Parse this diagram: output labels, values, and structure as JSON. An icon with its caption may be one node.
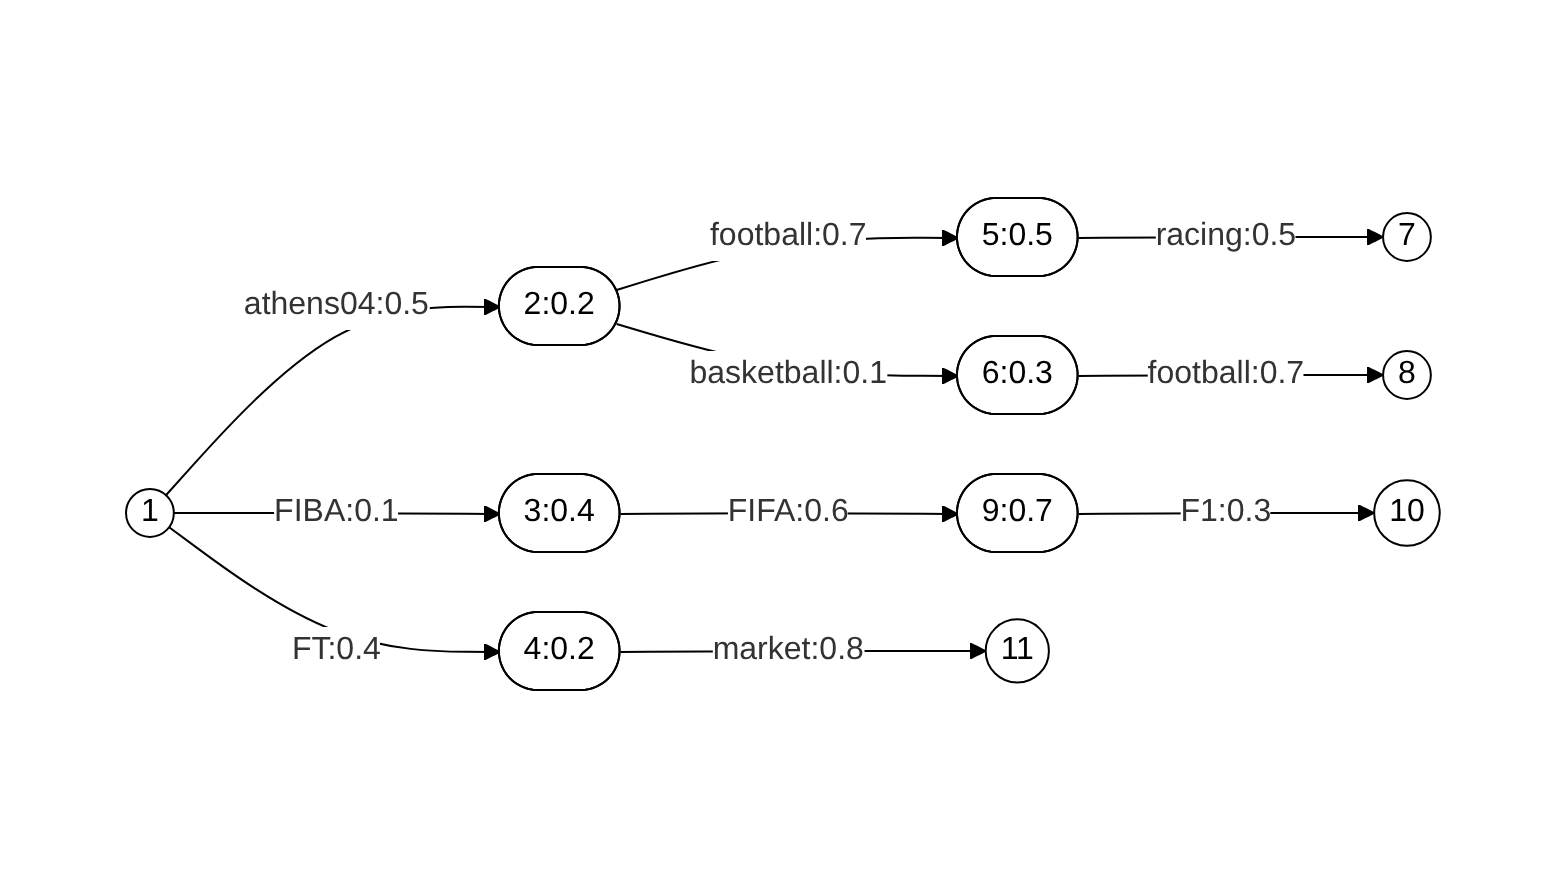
{
  "diagram": {
    "nodes": [
      {
        "text": [
          "1"
        ]
      },
      {
        "text": [
          "2:0.2"
        ]
      },
      {
        "text": [
          "3:0.4"
        ]
      },
      {
        "text": [
          "4:0.2"
        ]
      },
      {
        "text": [
          "5:0.5"
        ]
      },
      {
        "text": [
          "6:0.3"
        ]
      },
      {
        "text": [
          "7"
        ]
      },
      {
        "text": [
          "8"
        ]
      },
      {
        "text": [
          "9:0.7"
        ]
      },
      {
        "text": [
          "10"
        ]
      },
      {
        "text": [
          "11"
        ]
      }
    ],
    "edges": [
      {
        "from": 0,
        "to": 1,
        "arrow": "to",
        "label": "athens04:0.5"
      },
      {
        "from": 0,
        "to": 2,
        "arrow": "to",
        "label": "FIBA:0.1"
      },
      {
        "from": 0,
        "to": 3,
        "arrow": "to",
        "label": "FT:0.4"
      },
      {
        "from": 1,
        "to": 4,
        "arrow": "to",
        "label": "football:0.7"
      },
      {
        "from": 1,
        "to": 5,
        "arrow": "to",
        "label": "basketball:0.1"
      },
      {
        "from": 4,
        "to": 6,
        "arrow": "to",
        "label": "racing:0.5"
      },
      {
        "from": 5,
        "to": 7,
        "arrow": "to",
        "label": "football:0.7"
      },
      {
        "from": 2,
        "to": 8,
        "arrow": "to",
        "label": "FIFA:0.6"
      },
      {
        "from": 8,
        "to": 9,
        "arrow": "to",
        "label": "F1:0.3"
      },
      {
        "from": 3,
        "to": 10,
        "arrow": "to",
        "label": "market:0.8"
      }
    ]
  }
}
